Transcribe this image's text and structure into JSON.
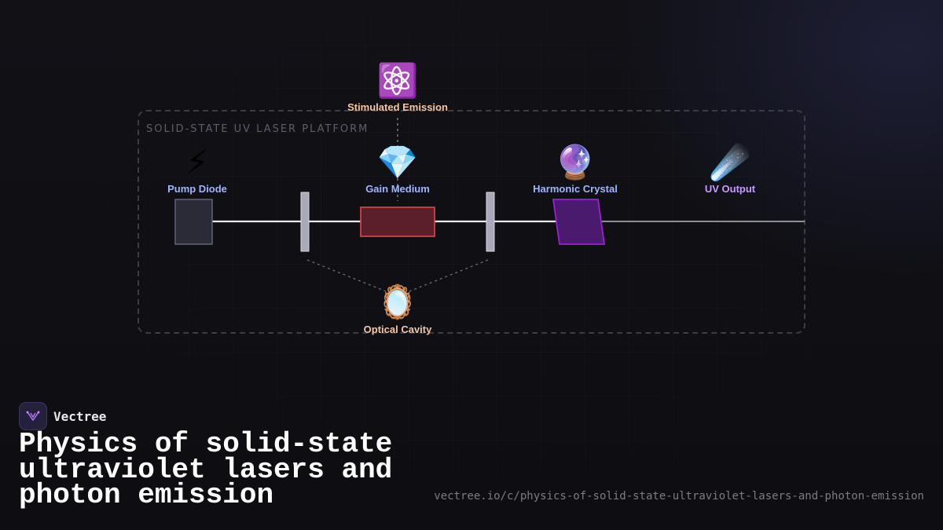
{
  "diagram": {
    "platform_title": "SOLID-STATE UV LASER PLATFORM",
    "nodes": [
      {
        "id": "stimulated",
        "label": "Stimulated Emission",
        "icon": "atom-icon",
        "glyph": "⚛️",
        "color": "#f4c6a4"
      },
      {
        "id": "pump",
        "label": "Pump Diode",
        "icon": "lightning-icon",
        "glyph": "⚡",
        "color": "#9fb6ff"
      },
      {
        "id": "gain",
        "label": "Gain Medium",
        "icon": "gem-icon",
        "glyph": "💎",
        "color": "#9fb6ff"
      },
      {
        "id": "harmonic",
        "label": "Harmonic Crystal",
        "icon": "crystal-ball-icon",
        "glyph": "🔮",
        "color": "#9fb6ff"
      },
      {
        "id": "uv",
        "label": "UV Output",
        "icon": "comet-icon",
        "glyph": "☄️",
        "color": "#c99bff"
      },
      {
        "id": "cavity",
        "label": "Optical Cavity",
        "icon": "mirror-icon",
        "glyph": "🪞",
        "color": "#f4c6a4"
      }
    ]
  },
  "brand": {
    "name": "Vectree"
  },
  "title": "Physics of solid-state ultraviolet lasers and photon emission",
  "url": "vectree.io/c/physics-of-solid-state-ultraviolet-lasers-and-photon-emission",
  "colors": {
    "background": "#0f0f13",
    "gain_medium": "#e04848",
    "harmonic_crystal": "#9a1fd6",
    "beam": "#ffffff"
  }
}
